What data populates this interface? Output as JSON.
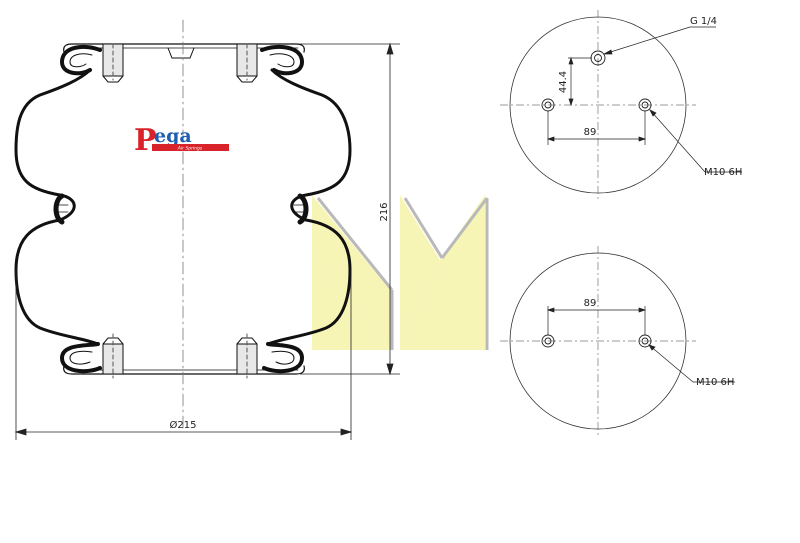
{
  "brand": {
    "letter": "P",
    "name": "ega",
    "tagline": "Air Springs",
    "color_primary": "#1f5fb0",
    "color_accent": "#d8232a"
  },
  "watermark": {
    "color": "#f6f3a8",
    "shade": "#b9b9b9"
  },
  "side_view": {
    "height_label": "216",
    "diameter_label": "Ø215"
  },
  "top_plate": {
    "air_port_label": "G 1/4",
    "offset_label": "44.4",
    "spacing_label": "89",
    "thread_label": "M10 6H"
  },
  "bottom_plate": {
    "spacing_label": "89",
    "thread_label": "M10 6H"
  }
}
